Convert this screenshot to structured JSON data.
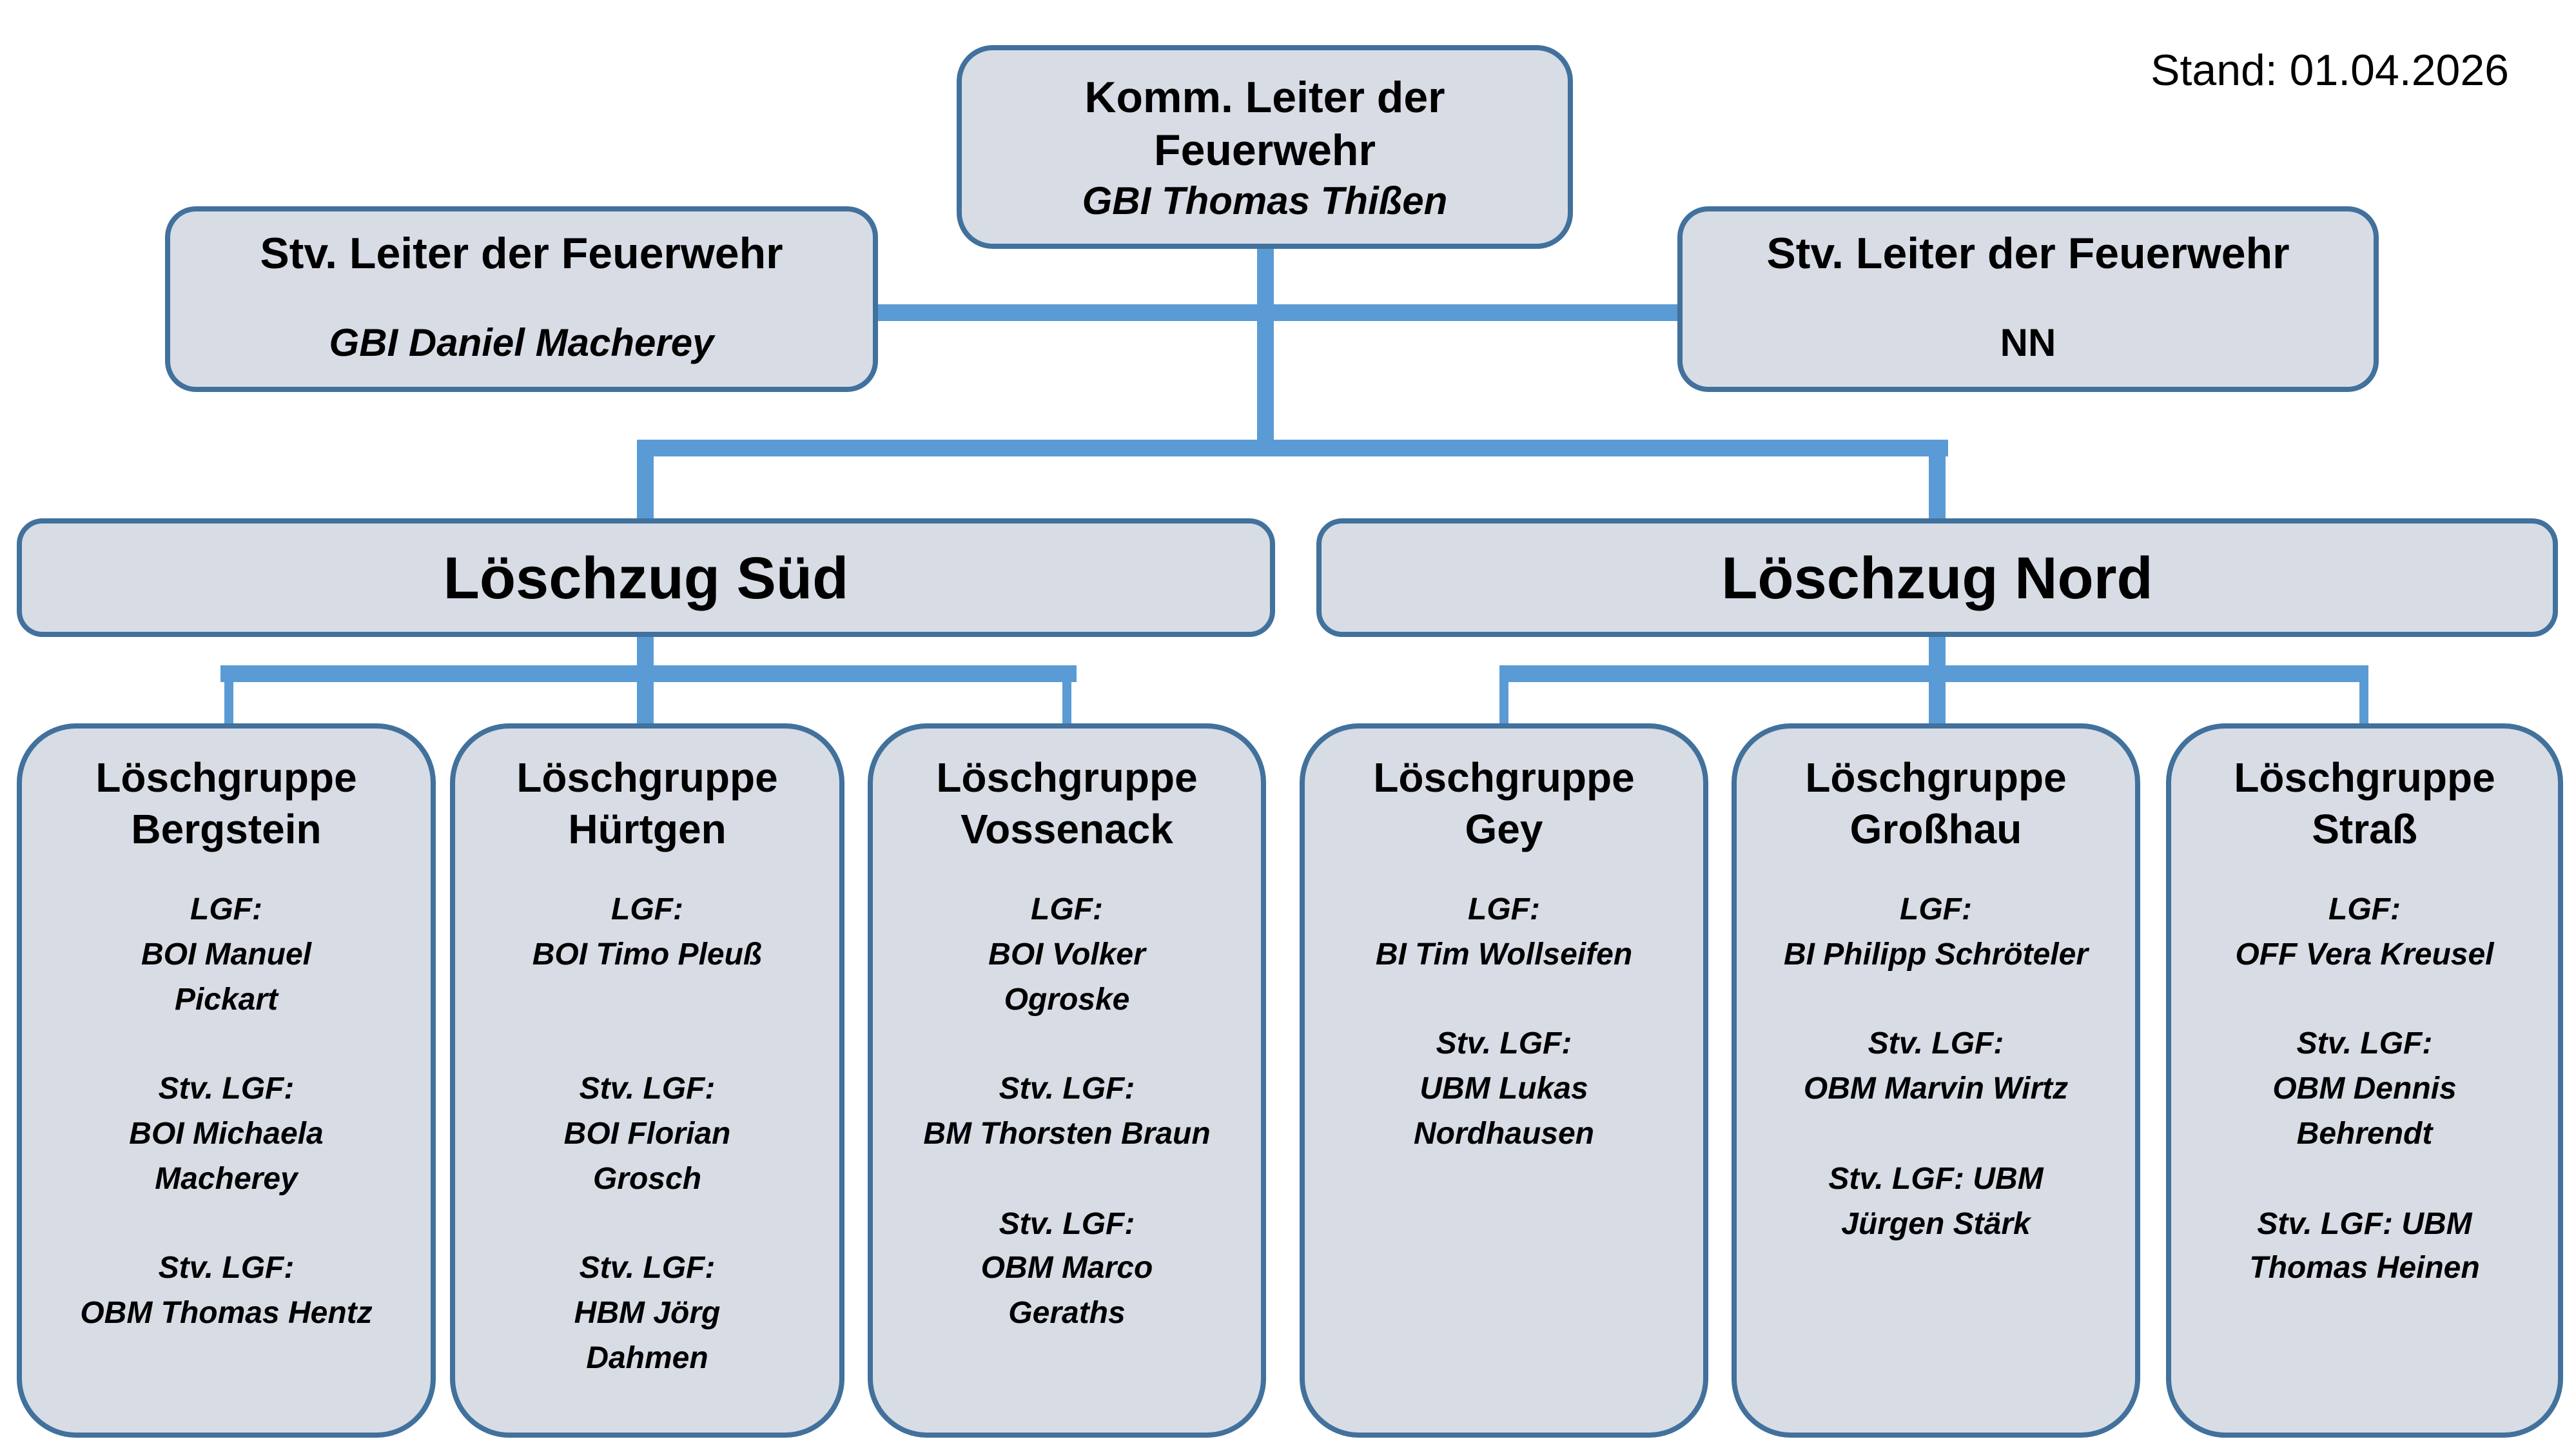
{
  "stand": {
    "label": "Stand: 01.04.2026"
  },
  "colors": {
    "box_fill": "#d7dce5",
    "box_border": "#41719c",
    "connector": "#5b9bd5",
    "text": "#000000",
    "background": "#ffffff"
  },
  "leader": {
    "title": "Komm. Leiter der\nFeuerwehr",
    "name": "GBI Thomas Thißen"
  },
  "deputies": [
    {
      "title": "Stv. Leiter der Feuerwehr",
      "name": "GBI Daniel Macherey"
    },
    {
      "title": "Stv. Leiter der Feuerwehr",
      "name": "NN"
    }
  ],
  "platoons": [
    {
      "label": "Löschzug Süd"
    },
    {
      "label": "Löschzug Nord"
    }
  ],
  "groups": [
    {
      "title": "Löschgruppe\nBergstein",
      "body": "LGF:\nBOI Manuel\nPickart\n\nStv. LGF:\nBOI Michaela\nMacherey\n\nStv. LGF:\nOBM Thomas Hentz"
    },
    {
      "title": "Löschgruppe\nHürtgen",
      "body": "LGF:\nBOI Timo Pleuß\n\n\nStv. LGF:\nBOI Florian\nGrosch\n\nStv. LGF:\nHBM Jörg\nDahmen"
    },
    {
      "title": "Löschgruppe\nVossenack",
      "body": "LGF:\nBOI Volker\nOgroske\n\nStv. LGF:\nBM Thorsten Braun\n\nStv. LGF:\nOBM Marco\nGeraths"
    },
    {
      "title": "Löschgruppe\nGey",
      "body": "LGF:\nBI Tim Wollseifen\n\nStv. LGF:\nUBM Lukas\nNordhausen"
    },
    {
      "title": "Löschgruppe\nGroßhau",
      "body": "LGF:\nBI Philipp Schröteler\n\nStv. LGF:\nOBM Marvin Wirtz\n\nStv. LGF: UBM\nJürgen Stärk"
    },
    {
      "title": "Löschgruppe\nStraß",
      "body": "LGF:\nOFF Vera Kreusel\n\nStv. LGF:\nOBM Dennis\nBehrendt\n\nStv. LGF: UBM\nThomas Heinen"
    }
  ]
}
